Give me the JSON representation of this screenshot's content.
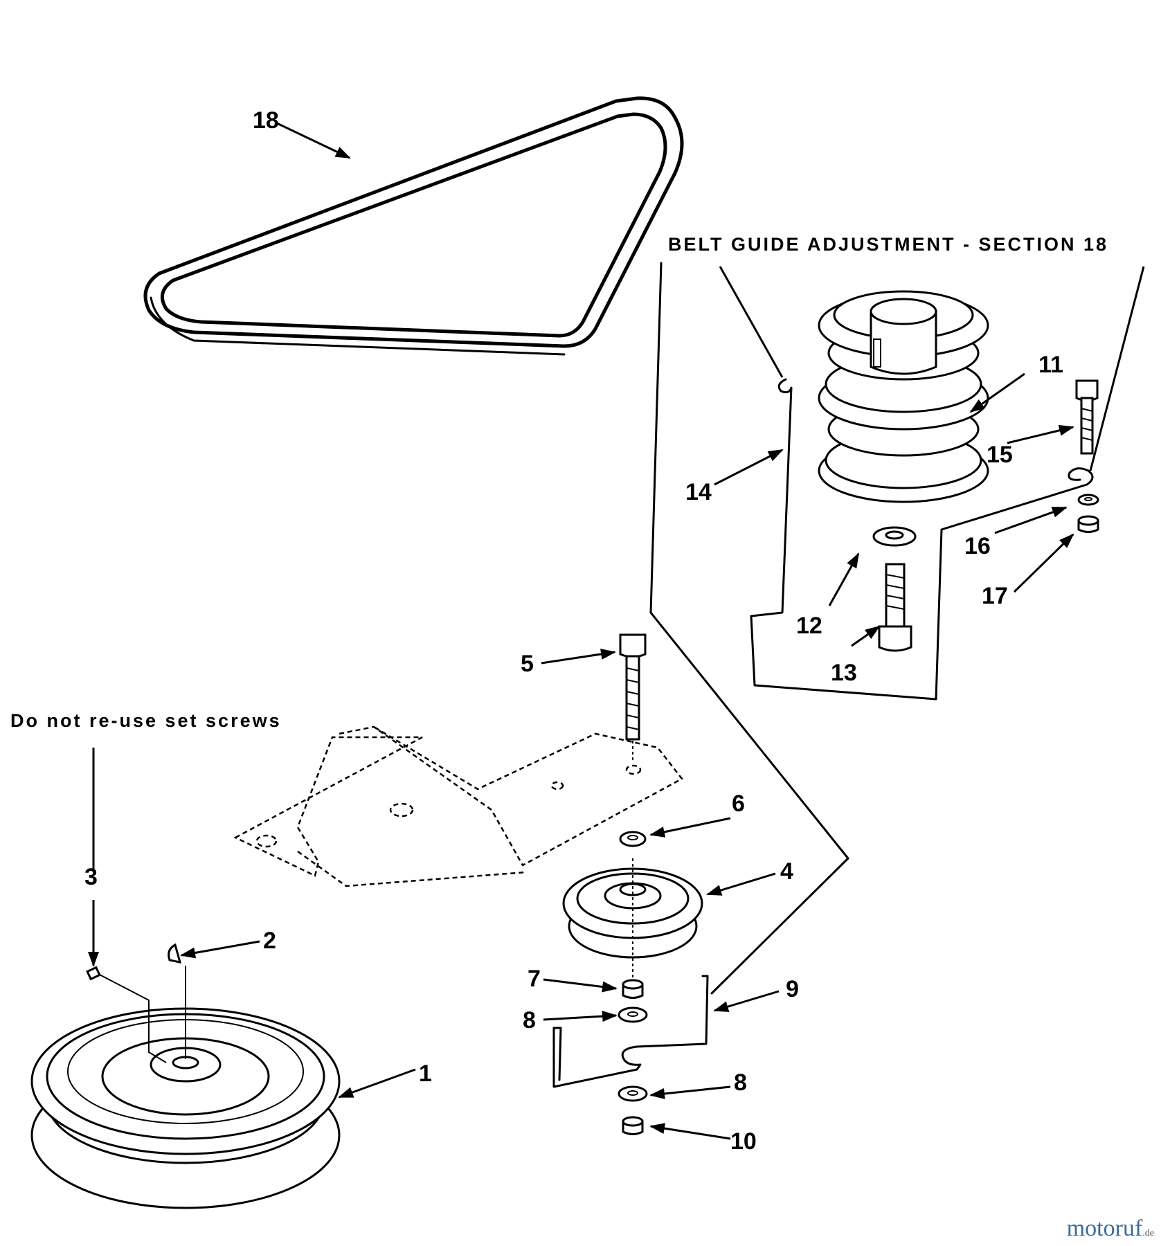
{
  "notes": {
    "belt_guide": "BELT GUIDE ADJUSTMENT - SECTION 18",
    "set_screws": "Do not re-use set screws"
  },
  "callouts": [
    "1",
    "2",
    "3",
    "4",
    "5",
    "6",
    "7",
    "8",
    "8",
    "9",
    "10",
    "11",
    "12",
    "13",
    "14",
    "15",
    "16",
    "17",
    "18"
  ],
  "watermark": {
    "name": "motoruf",
    "tld": ".de"
  }
}
